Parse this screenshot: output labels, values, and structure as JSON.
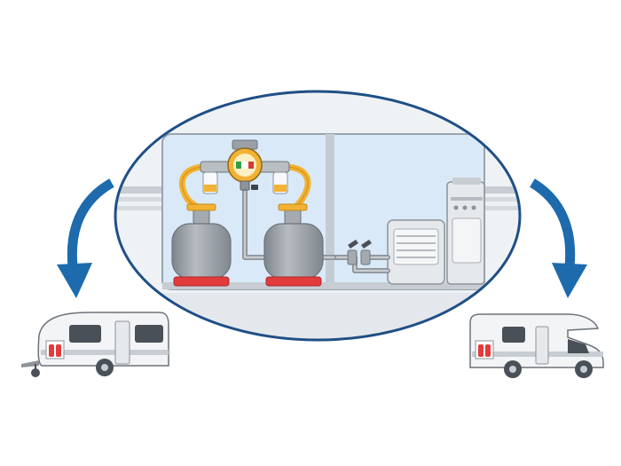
{
  "diagram": {
    "parts": {
      "left_cylinder": "gas-cylinder",
      "right_cylinder": "gas-cylinder",
      "regulator": "changeover-regulator",
      "stove": "cooker",
      "heater": "space-heater",
      "left_vehicle": "caravan",
      "right_vehicle": "motorhome"
    },
    "colors": {
      "ellipse_stroke": "#1f4f86",
      "arrow": "#1d6aad",
      "hose": "#f3b233",
      "cylinder": "#9aa0a6",
      "cylinder_base": "#e23b3b",
      "window_tint": "#d9e9f7",
      "pipe": "#8d9399"
    },
    "regulator_indicator": {
      "colors": [
        "#2ea043",
        "#ffffff",
        "#d73a31"
      ]
    }
  }
}
